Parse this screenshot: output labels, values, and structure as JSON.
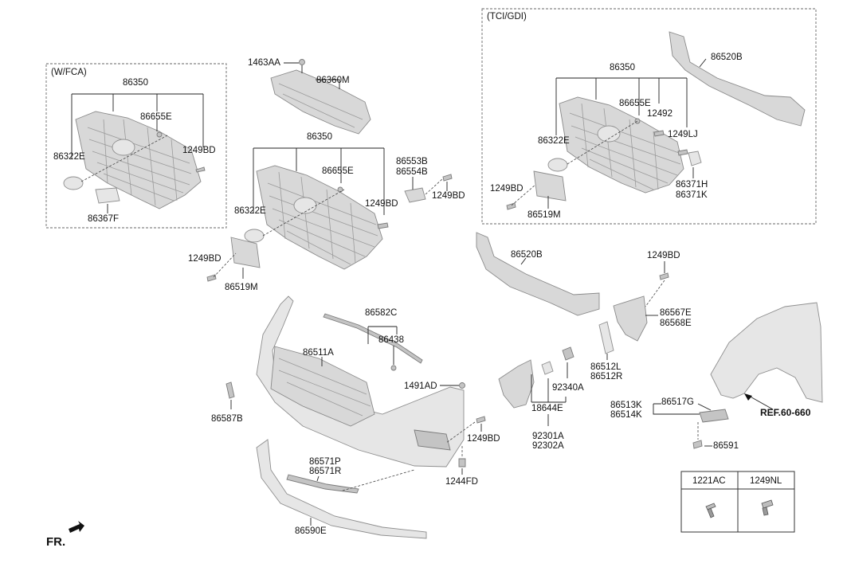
{
  "boxes": {
    "wfca_title": "(W/FCA)",
    "tci_title": "(TCI/GDI)"
  },
  "labels": {
    "wfca_86350": "86350",
    "wfca_86655E": "86655E",
    "wfca_86322E": "86322E",
    "wfca_1249BD": "1249BD",
    "wfca_86367F": "86367F",
    "c_1463AA": "1463AA",
    "c_86360M": "86360M",
    "c_86350": "86350",
    "c_86655E": "86655E",
    "c_86322E": "86322E",
    "c_1249BD_a": "1249BD",
    "c_86553B": "86553B",
    "c_86554B": "86554B",
    "c_1249BD_b": "1249BD",
    "c_1249BD_c": "1249BD",
    "c_86519M": "86519M",
    "t_86520B": "86520B",
    "t_86350": "86350",
    "t_86655E": "86655E",
    "t_12492": "12492",
    "t_1249LJ": "1249LJ",
    "t_86322E": "86322E",
    "t_86371H": "86371H",
    "t_86371K": "86371K",
    "t_1249BD": "1249BD",
    "t_86519M": "86519M",
    "r_86520B": "86520B",
    "r_1249BD": "1249BD",
    "r_86567E": "86567E",
    "r_86568E": "86568E",
    "r_86512L": "86512L",
    "r_86512R": "86512R",
    "r_92340A": "92340A",
    "r_18644E": "18644E",
    "r_92301A": "92301A",
    "r_92302A": "92302A",
    "r_86513K": "86513K",
    "r_86514K": "86514K",
    "r_86517G": "86517G",
    "r_86591": "86591",
    "ref_label": "REF.60-660",
    "b_86582C": "86582C",
    "b_86438": "86438",
    "b_86511A": "86511A",
    "b_1491AD": "1491AD",
    "b_86587B": "86587B",
    "b_1249BD": "1249BD",
    "b_1244FD": "1244FD",
    "b_86571P": "86571P",
    "b_86571R": "86571R",
    "b_86590E": "86590E",
    "fr_label": "FR."
  },
  "fastener_table": {
    "headers": [
      "1221AC",
      "1249NL"
    ]
  }
}
